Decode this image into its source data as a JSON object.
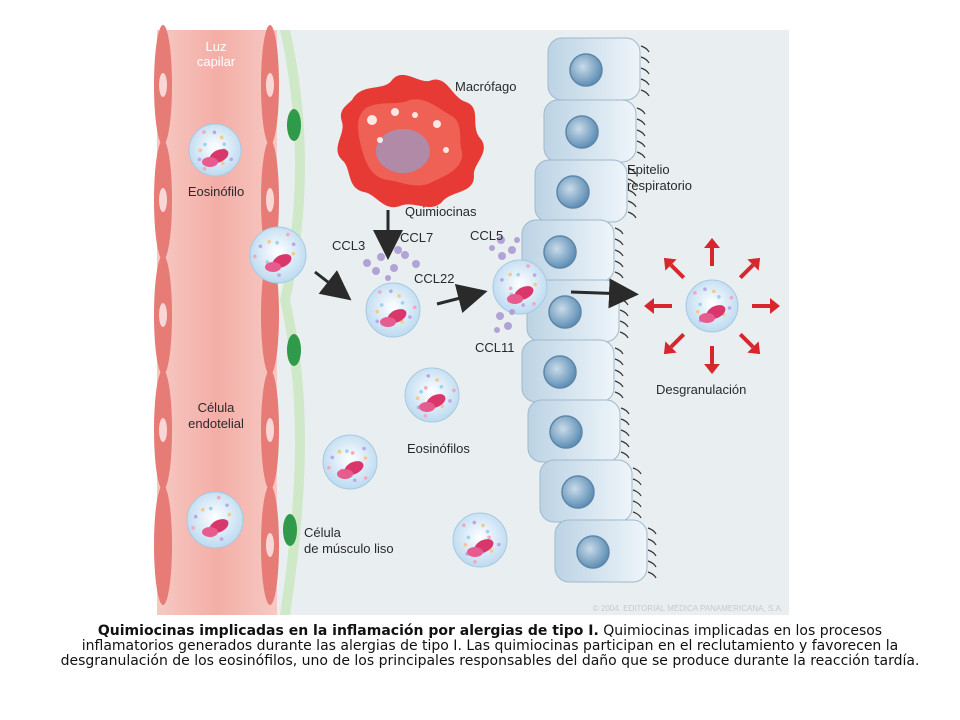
{
  "labels": {
    "luz_capilar_1": "Luz",
    "luz_capilar_2": "capilar",
    "eosinofilo": "Eosinófilo",
    "celula_endotelial_1": "Célula",
    "celula_endotelial_2": "endotelial",
    "macrofago": "Macrófago",
    "quimiocinas": "Quimiocinas",
    "ccl3": "CCL3",
    "ccl7": "CCL7",
    "ccl22": "CCL22",
    "ccl5": "CCL5",
    "ccl11": "CCL11",
    "epitelio_1": "Epitelio",
    "epitelio_2": "respiratorio",
    "eosinofilos": "Eosinófilos",
    "desgranulacion": "Desgranulación",
    "musculo_1": "Célula",
    "musculo_2": "de músculo liso",
    "copyright": "© 2004. EDITORIAL MÉDICA PANAMERICANA, S.A."
  },
  "caption": {
    "title": "Quimiocinas implicadas en la inflamación por alergias de tipo I.",
    "body": "Quimiocinas implicadas en los procesos inflamatorios generados durante las alergias de tipo I. Las quimiocinas participan en el reclutamiento y favorecen la desgranulación de los eosinófilos, uno de los principales responsables del daño que se produce durante la reacción tardía."
  },
  "colors": {
    "background": "#e9eff0",
    "capillary": "#f4b9b3",
    "macrophage": "#e83a35",
    "epithelium": "#d7e6f0",
    "nucleus": "#7fa6c6",
    "eosinophil": "#dcecf8",
    "granule": "#d9366b",
    "arrow_red": "#d8262e"
  }
}
